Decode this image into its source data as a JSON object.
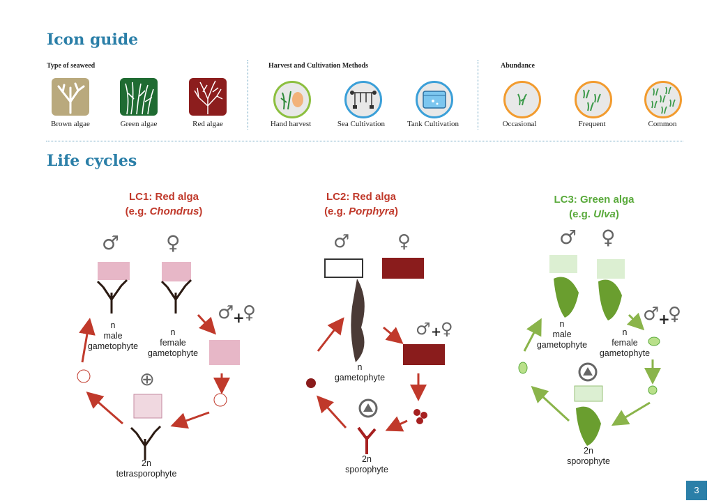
{
  "icon_guide": {
    "title": "Icon guide",
    "seaweed_type": {
      "heading": "Type of seaweed",
      "items": [
        {
          "label": "Brown algae",
          "color": "#b9a97d",
          "icon": "brown-algae-icon"
        },
        {
          "label": "Green algae",
          "color": "#1f6b32",
          "icon": "green-algae-icon"
        },
        {
          "label": "Red algae",
          "color": "#8c1d1d",
          "icon": "red-algae-icon"
        }
      ]
    },
    "methods": {
      "heading": "Harvest and Cultivation Methods",
      "items": [
        {
          "label": "Hand harvest",
          "ring": "#8cbf3f",
          "icon": "hand-harvest-icon"
        },
        {
          "label": "Sea Cultivation",
          "ring": "#3a9fd8",
          "icon": "sea-cultivation-icon"
        },
        {
          "label": "Tank Cultivation",
          "ring": "#3a9fd8",
          "icon": "tank-cultivation-icon"
        }
      ]
    },
    "abundance": {
      "heading": "Abundance",
      "items": [
        {
          "label": "Occasional",
          "ring": "#f29b2e",
          "icon": "occasional-icon"
        },
        {
          "label": "Frequent",
          "ring": "#f29b2e",
          "icon": "frequent-icon"
        },
        {
          "label": "Common",
          "ring": "#f29b2e",
          "icon": "common-icon"
        }
      ]
    }
  },
  "life_cycles": {
    "title": "Life cycles",
    "lc1": {
      "title_line1": "LC1: Red alga",
      "title_prefix": "(e.g. ",
      "genus": "Chondrus",
      "title_suffix": ")",
      "color": "#c0392b",
      "male": "n\nmale\ngametophyte",
      "female": "n\nfemale\ngametophyte",
      "sporophyte": "2n\ntetrasporophyte"
    },
    "lc2": {
      "title_line1": "LC2: Red alga",
      "title_prefix": "(e.g. ",
      "genus": "Porphyra",
      "title_suffix": ")",
      "color": "#c0392b",
      "gametophyte": "n\ngametophyte",
      "sporophyte": "2n\nsporophyte"
    },
    "lc3": {
      "title_line1": "LC3: Green alga",
      "title_prefix": "(e.g. ",
      "genus": "Ulva",
      "title_suffix": ")",
      "color": "#5aaa3c",
      "male": "n\nmale\ngametophyte",
      "female": "n\nfemale\ngametophyte",
      "sporophyte": "2n\nsporophyte"
    },
    "symbols": {
      "male": "♂",
      "female": "♀",
      "plus": "+",
      "oplus": "⊕"
    }
  },
  "page_number": "3"
}
